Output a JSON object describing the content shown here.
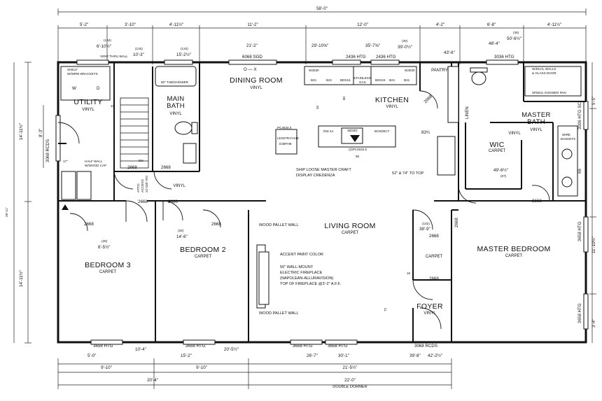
{
  "overall": {
    "width": "58'-0\"",
    "depth": "28'-11\""
  },
  "top_dims": {
    "row1": [
      "5'-2\"",
      "3'-10\"",
      "4'-11½\"",
      "11'-2\"",
      "12'-0\"",
      "4'-2\"",
      "6'-8\"",
      "4'-11½\""
    ],
    "row2": [
      "(134)",
      "6'-10½\"",
      "(134)",
      "10'-3\"",
      "(134)",
      "15'-2½\"",
      "21'-2\"",
      "29'-10⅝\"",
      "35'-7⅝\"",
      "(30)",
      "39'-0½\"",
      "43'-6\"",
      "48'-4\"",
      "(46)",
      "50'-6½\""
    ],
    "row3": [
      "2436 HTG",
      "2436 HTG",
      "3036 HTG",
      "6068 SGD"
    ]
  },
  "left_dims": {
    "outer": "14'-11½\"",
    "outer2": "14'-11½\"",
    "inner": "8'-3\"",
    "door": "3068 RCDS"
  },
  "right_dims": [
    "5'-5\"",
    "3036 HTG SC",
    "66",
    "3658 HTG",
    "11'-10½\"",
    "3658 HTG",
    "3'-4\""
  ],
  "bottom_dims": {
    "row1": [
      "3658 HTG",
      "3658 HTG",
      "3658 HTG",
      "3658 HTG",
      "3068 RCDS"
    ],
    "row2": [
      "5'-0\"",
      "10'-4\"",
      "15'-2\"",
      "20'-5½\"",
      "26'-7\"",
      "30'-1\"",
      "39'-8\"",
      "42'-2½\""
    ],
    "row3": [
      "9'-10\"",
      "9'-10\"",
      "21'-5½\""
    ],
    "row4": [
      "20'-4\"",
      "22'-0\""
    ],
    "dormer": "DOUBLE DORMER"
  },
  "rooms": {
    "utility": {
      "name": "UTILITY",
      "floor": "VINYL"
    },
    "main_bath": {
      "name": "MAIN BATH",
      "floor": "VINYL"
    },
    "dining": {
      "name": "DINING ROOM",
      "floor": "VINYL"
    },
    "kitchen": {
      "name": "KITCHEN",
      "floor": "VINYL"
    },
    "master_bath": {
      "name": "MASTER BATH",
      "floor": "VINYL"
    },
    "wic": {
      "name": "WIC",
      "floor": "CARPET"
    },
    "living": {
      "name": "LIVING ROOM",
      "floor": "CARPET"
    },
    "bedroom2": {
      "name": "BEDROOM 2",
      "floor": "CARPET"
    },
    "bedroom3": {
      "name": "BEDROOM 3",
      "floor": "CARPET"
    },
    "master_bed": {
      "name": "MASTER BEDROOM",
      "floor": "CARPET"
    },
    "foyer": {
      "name": "FOYER",
      "floor": "VINYL"
    },
    "hall_vinyl": "VINYL",
    "pantry": "PANTRY",
    "linen": "LINEN"
  },
  "doors": {
    "d2668": "2668",
    "d2068": "2068",
    "sgd": "6068 SGD",
    "rcds": "3068 RCDS"
  },
  "notes": {
    "wood_pallet_wall": "WOOD PALLET WALL",
    "accent_paint": "ACCENT PAINT COLOR",
    "fireplace": [
      "50\" WALL-MOUNT",
      "ELECTRIC FIREPLACE",
      "(NAPOLEAN-ALLURAVISION)",
      "TOP OF FIREPLACE @3'-2\" A.F.F."
    ],
    "credenza": [
      "SHIP LOOSE MASTER CRAFT",
      "DISPLAY CREDENZA"
    ],
    "credenza_codes": [
      "PC4634.5",
      "LES07RAY243",
      "D36FHB"
    ],
    "to_top": "52\" & 74\" TO TOP",
    "shower": [
      "W/DUAL WALLS",
      "& GLASS DOOR"
    ],
    "shower_pan": "SP6041 SHOWER PAN",
    "tub": "60\" TUB/SHOWER",
    "half_wall": [
      "HALF WALL",
      "W/WOOD CAP"
    ],
    "shelf": [
      "SHELF",
      "W/WIRE BRACKETS"
    ],
    "vent": "VENT THRU WALL",
    "wire_baskets": [
      "WIRE",
      "BASKETS"
    ],
    "attic_access": [
      "ATTIC",
      "ACCESS",
      "22\"x30\" RO"
    ],
    "dn": "DN",
    "wd": [
      "W",
      "D"
    ],
    "dim_10": "10",
    "dim_17": "17\"",
    "dim_34": "34",
    "dim_80": "80",
    "dim_96": "96",
    "dim_83": "83¾",
    "dim_15": "15",
    "dim_72": "72",
    "dim_28a": "(28)",
    "dim_28b": "(28)",
    "dim_102": "(102)",
    "b2_dim": "14'-6\"",
    "b3_dim": "6'-5½\"",
    "lr_dim": "38'-9\"",
    "wic_dim": "49'-6½\"",
    "wic_dim2": "(67)",
    "o_x": "O  —  X",
    "dw": "DW 24",
    "island": "(2)PC4634.5",
    "range": "BCM30CT",
    "sink": "SB33D",
    "stainless": "STAINLESS",
    "gas": "GAS",
    "cabinets": [
      "W3030",
      "W3030",
      "B21",
      "B21",
      "BDS15",
      "BDS15",
      "B21",
      "B21"
    ]
  },
  "colors": {
    "line": "#1a1a1a",
    "paper": "#ffffff"
  }
}
